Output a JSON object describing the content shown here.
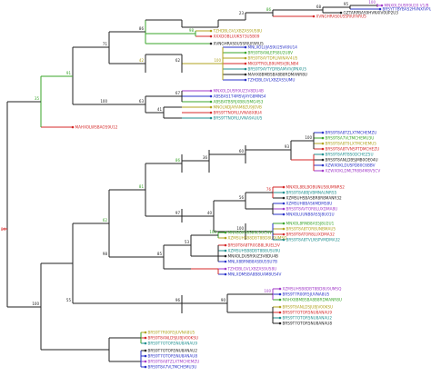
{
  "colors": {
    "black": "#222222",
    "green": "#3aa52a",
    "red": "#d42a2a",
    "blue": "#2a33c8",
    "purple": "#a13ac8",
    "olive": "#b0a31f",
    "grey": "#777777",
    "cyan": "#1f8f8f"
  },
  "tree": {
    "root_label": "84",
    "upper": {
      "label": "35",
      "lone_leaf": "MAHXOLWSBAO59U12",
      "branch": {
        "label": "91",
        "a": {
          "label": "71",
          "a1": {
            "label": "86",
            "deep": [
              "23",
              "86",
              "68",
              "95",
              "100"
            ],
            "leaves_top": [
              "MNXOLDUSR9U20 V1/B",
              "BRSYT7BYBAS2HVNXIVPUSRIU",
              "GZTARPBAS9HVNXIV0UP2U3",
              "XVNGHRAS0U5SRIUFARU5"
            ],
            "mid_label": "98",
            "leaves_mid": [
              "TZHDBLGVLXBZAS9U58U",
              "XXXDOBLUUKS73U5B09"
            ]
          },
          "a2": {
            "label": "42",
            "sub": [
              "62",
              "100"
            ],
            "leaves": [
              "MNLXOLUJAS9U2SVA9U14",
              "BRS9T8ANLEPS8U2U8V",
              "BRS9T8AYTDRLIWNAV4U5",
              "MKGPTROLB9UMSVJ9LNB4",
              "BRS9T9AYTYDRBAMVIVJPNXU5",
              "MAHX8BMBSBA8B8RDMANR8U",
              "TZHDBLGVLXBZAS5UMU"
            ]
          }
        },
        "b": {
          "label": "100",
          "sub": [
            "67",
            "63",
            "41",
            "71"
          ],
          "leaves": [
            "MNXOLDUSR9UZ3V8DU4B",
            "ABSBAS1T4MSVJAYG8MNS4",
            "ABSBATBSRJXB8U5MG4S3",
            "MNOLNDJARAM8ZU9JOVB",
            "BRS9TTNORLUVNA8X8U4",
            "BRS9TTNORLUVNA9AUU5"
          ]
        }
      }
    },
    "lower": {
      "label": "100",
      "c": {
        "label": "81",
        "c1": {
          "label": "86",
          "sub": [
            "36",
            "60",
            "93",
            "100",
            "72"
          ],
          "leaves": [
            "BRS9T8A8TZLXTMCHEMZU",
            "BRS9T8A7VLTMCHEMU3U",
            "BRS9T8A8T9LXTMCHEMU5",
            "BRS9T8A8TVNSPTDMCHEZU",
            "BRS9T8ARTBS0DCHEZ5U",
            "BRS9T8ANLDBSJMB0OE04U",
            "XZWXOKLDUSPD80C6BBV",
            "XZWXOKLDMLTR8B4M8V5CV"
          ]
        },
        "c2": {
          "label": "97",
          "sub": [
            "76",
            "56",
            "40",
            "100",
            "51"
          ],
          "leaves": [
            "MNXOL8BLBOBUNU58UMNRS2",
            "BRS9T8A8BJVBMNAUNRS5",
            "XZMSUHSBASBR8R8MANR32",
            "XZMSUH8BAS6MDM58U",
            "BRS9T8AVTOR8LUXDMA8U",
            "MNXOLUUNB8AS5J8U01U",
            "MNXOL8RNB8AS5J8U2U1",
            "BRS9T8A8TOR8UNBMAU5",
            "BRS9T8ATOR8LUXDMA32",
            "BRS9T8A8TVLNSPVMDMA32"
          ]
        }
      },
      "d": {
        "label": "98",
        "sub": [
          "100",
          "53",
          "85",
          "62"
        ],
        "leaves": [
          "MNX8OX48S89L9UCNV1",
          "XZMSUHSB8DBT8BD8U9UMSQ",
          "BRS9T8A8TR0GB8L9UEL5V",
          "XZMSUHSB8DBT8B8USU9U",
          "MNXOLDUSR9UZ3V8DU4B",
          "MNLX8BRNB8ASBU5SU7B",
          "TZHDBLGVLXBZAS9U58U",
          "MNLXDMSBA8B8UAM8US4V"
        ]
      },
      "e": {
        "label": "55",
        "sub": [
          "100",
          "90",
          "96"
        ],
        "leaves": [
          "XZMSUHSB8DBT8BD8U9UMSQ",
          "BRS9T7R00R5JUVNA8U5",
          "MAHX8BMBSBA8B8RDMANR8U",
          "BRS9T8ANLDSJUBJV00KSU",
          "BRS9T7OTOR5NU8ANAU9",
          "BRS9T7OTOR5NU8ANAU2",
          "BRS9T7OTOR5NU8ANAU8"
        ]
      }
    }
  }
}
